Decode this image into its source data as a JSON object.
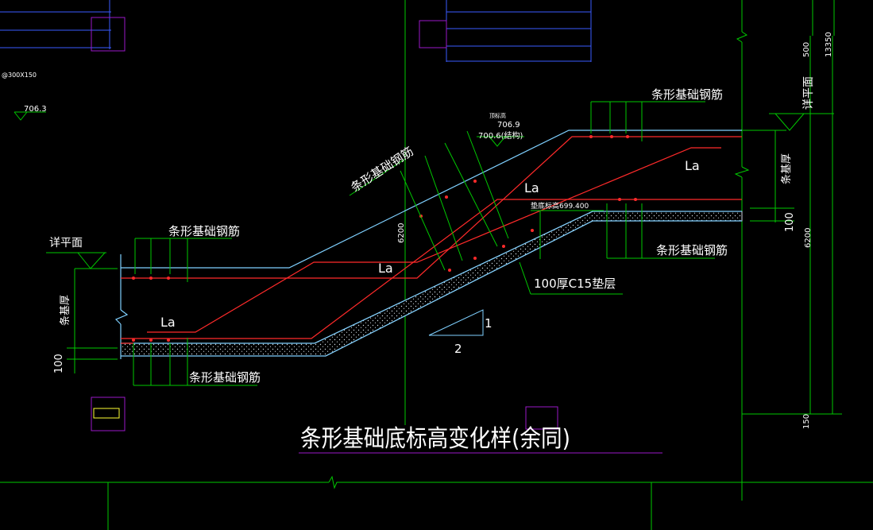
{
  "drawing": {
    "title": "条形基础底标高变化样(余同)",
    "labels": {
      "rebar_top_right": "条形基础钢筋",
      "rebar_slope": "条形基础钢筋",
      "rebar_left_top": "条形基础钢筋",
      "rebar_left_bottom": "条形基础钢筋",
      "rebar_right_bottom": "条形基础钢筋",
      "plan_detail_left": "详平面",
      "plan_detail_right": "详平面",
      "strip_thickness_left": "条基厚",
      "strip_thickness_right": "条基厚",
      "cushion": "100厚C15垫层",
      "slope_num": "1",
      "slope_den": "2",
      "la_1": "La",
      "la_2": "La",
      "la_3": "La",
      "la_4": "La",
      "elev_706_3": "706.3",
      "elev_706_9": "706.9",
      "elev_700_6": "700.6(结构)",
      "elev_top_note": "顶标高",
      "elev_699_4": "垫底标高699.400",
      "dim_100_left": "100",
      "dim_100_right": "100",
      "dim_6200_mid": "6200",
      "dim_6200_right": "6200",
      "dim_500": "500",
      "dim_13350": "13350",
      "dim_150": "150",
      "top_left_note": "@300X150"
    }
  },
  "colors": {
    "bg": "#000000",
    "green": "#00c800",
    "red": "#ff2a2a",
    "cyan": "#7fd0ff",
    "white": "#ffffff",
    "blue": "#3a5bff",
    "magenta": "#9a19c8",
    "yellow": "#ffff33",
    "hatch": "#cfd8e0"
  }
}
